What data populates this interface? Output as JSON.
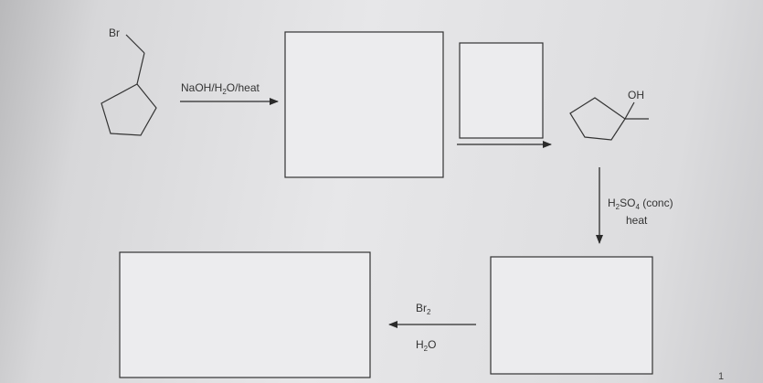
{
  "start_material": {
    "br_label": "Br"
  },
  "step1": {
    "reagent_main": "NaOH/H",
    "reagent_sub": "2",
    "reagent_rest": "O/heat"
  },
  "product": {
    "oh_label": "OH"
  },
  "step3": {
    "line1_a": "H",
    "line1_sub1": "2",
    "line1_b": "SO",
    "line1_sub2": "4",
    "line1_c": " (conc)",
    "line2": "heat"
  },
  "step4": {
    "reagent1_main": "Br",
    "reagent1_sub": "2",
    "reagent2_main": "H",
    "reagent2_sub": "2",
    "reagent2_rest": "O"
  },
  "page_mark": "1",
  "colors": {
    "ink": "#2b2b2b",
    "box_fill": "#ececee"
  }
}
